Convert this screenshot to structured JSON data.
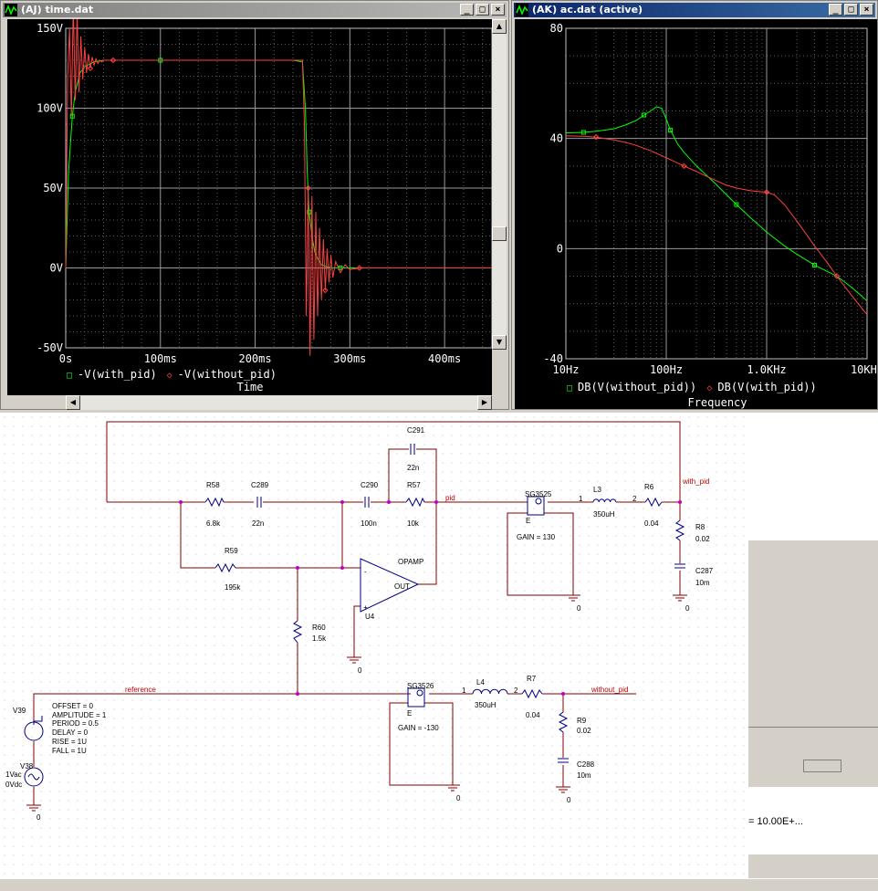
{
  "time_window": {
    "title": "(AJ) time.dat",
    "min_btn": "_",
    "max_btn": "□",
    "close_btn": "×",
    "x_ticks": [
      "0s",
      "100ms",
      "200ms",
      "300ms",
      "400ms"
    ],
    "y_ticks": [
      "150V",
      "100V",
      "50V",
      "0V",
      "-50V"
    ],
    "legend": [
      {
        "marker": "□",
        "label": "-V(with_pid)",
        "color": "#00ff00"
      },
      {
        "marker": "◇",
        "label": "-V(without_pid)",
        "color": "#ff4040"
      }
    ],
    "xlabel": "Time"
  },
  "ac_window": {
    "title": "(AK) ac.dat (active)",
    "min_btn": "_",
    "max_btn": "□",
    "close_btn": "×",
    "x_ticks": [
      "10Hz",
      "100Hz",
      "1.0KHz",
      "10KHz"
    ],
    "y_ticks": [
      "80",
      "40",
      "0",
      "-40"
    ],
    "legend": [
      {
        "marker": "□",
        "label": "DB(V(without_pid))",
        "color": "#00ff00"
      },
      {
        "marker": "◇",
        "label": "DB(V(with_pid))",
        "color": "#ff4040"
      }
    ],
    "xlabel": "Frequency"
  },
  "chart_data": [
    {
      "type": "line",
      "xlabel": "Time",
      "xlim": [
        0,
        450
      ],
      "ylim": [
        -50,
        150
      ],
      "series": [
        {
          "name": "-V(with_pid)",
          "color": "#00ff00",
          "x": [
            0,
            3,
            5,
            7,
            10,
            15,
            20,
            30,
            40,
            60,
            100,
            150,
            200,
            240,
            250,
            253,
            255,
            257,
            260,
            263,
            266,
            270,
            275,
            280,
            290,
            300,
            320,
            350,
            400,
            450
          ],
          "y": [
            0,
            60,
            78,
            95,
            110,
            122,
            126,
            129,
            130,
            130,
            130,
            130,
            130,
            130,
            129,
            100,
            60,
            35,
            20,
            10,
            6,
            2,
            1,
            0,
            0,
            0,
            0,
            0,
            0,
            0
          ]
        },
        {
          "name": "-V(without_pid)",
          "color": "#ff4040",
          "x": [
            0,
            2,
            4,
            6,
            8,
            10,
            12,
            14,
            16,
            18,
            20,
            22,
            24,
            26,
            28,
            30,
            32,
            34,
            36,
            38,
            40,
            45,
            50,
            60,
            80,
            100,
            150,
            200,
            250,
            252,
            254,
            256,
            258,
            260,
            262,
            264,
            266,
            268,
            270,
            272,
            274,
            276,
            278,
            280,
            282,
            285,
            290,
            295,
            300,
            310,
            320,
            350,
            400,
            450
          ],
          "y": [
            0,
            120,
            150,
            95,
            165,
            105,
            160,
            110,
            145,
            118,
            138,
            122,
            134,
            125,
            132,
            127,
            131,
            128,
            130,
            129,
            130,
            130,
            130,
            130,
            130,
            130,
            130,
            130,
            130,
            90,
            -30,
            50,
            -55,
            45,
            -45,
            35,
            -30,
            25,
            -20,
            18,
            -14,
            12,
            -9,
            8,
            -6,
            4,
            -3,
            2,
            -1,
            0,
            0,
            0,
            0,
            0
          ]
        }
      ]
    },
    {
      "type": "line",
      "xlabel": "Frequency",
      "x_scale": "log",
      "xlim": [
        10,
        10000
      ],
      "ylim": [
        -40,
        80
      ],
      "series": [
        {
          "name": "DB(V(without_pid))",
          "color": "#00ff00",
          "x": [
            10,
            15,
            20,
            30,
            40,
            50,
            60,
            70,
            80,
            90,
            100,
            110,
            130,
            150,
            200,
            300,
            500,
            700,
            1000,
            1500,
            2000,
            3000,
            5000,
            7000,
            10000
          ],
          "y": [
            42,
            42.2,
            42.6,
            43.5,
            45,
            46.5,
            48.5,
            50,
            51.5,
            51,
            47,
            43,
            38,
            35,
            30,
            24,
            16,
            11,
            6,
            1,
            -2,
            -6,
            -10,
            -14,
            -19
          ]
        },
        {
          "name": "DB(V(with_pid))",
          "color": "#ff4040",
          "x": [
            10,
            15,
            20,
            30,
            40,
            50,
            70,
            100,
            150,
            200,
            300,
            400,
            500,
            700,
            1000,
            1200,
            1500,
            2000,
            3000,
            4000,
            5000,
            7000,
            10000
          ],
          "y": [
            41,
            40.8,
            40.5,
            39.5,
            38.5,
            37.5,
            35.5,
            33,
            30,
            28,
            25,
            23,
            22,
            21,
            20.5,
            19.5,
            16,
            10,
            1,
            -5,
            -10,
            -17,
            -24
          ]
        }
      ]
    }
  ],
  "schematic": {
    "labels": {
      "C291": "C291",
      "C291v": "22n",
      "R58": "R58",
      "R58v": "6.8k",
      "C289": "C289",
      "C289v": "22n",
      "C290": "C290",
      "C290v": "100n",
      "R57": "R57",
      "R57v": "10k",
      "pid": "pid",
      "SG3525": "SG3525",
      "gain1": "GAIN = 130",
      "L3": "L3",
      "L3v": "350uH",
      "R6": "R6",
      "R6v": "0.04",
      "with_pid": "with_pid",
      "R8": "R8",
      "R8v": "0.02",
      "C287": "C287",
      "C287v": "10m",
      "R59": "R59",
      "R59v": "195k",
      "OPAMP": "OPAMP",
      "OUT": "OUT",
      "U4": "U4",
      "R60": "R60",
      "R60v": "1.5k",
      "reference": "reference",
      "SG3526": "SG3526",
      "gain2": "GAIN = -130",
      "L4": "L4",
      "L4v": "350uH",
      "R7": "R7",
      "R7v": "0.04",
      "without_pid": "without_pid",
      "R9": "R9",
      "R9v": "0.02",
      "C288": "C288",
      "C288v": "10m",
      "V39": "V39",
      "V38": "V38",
      "ac1": "1Vac",
      "ac2": "0Vdc",
      "p1": "OFFSET = 0",
      "p2": "AMPLITUDE = 1",
      "p3": "PERIOD = 0.5",
      "p4": "DELAY = 0",
      "p5": "RISE = 1U",
      "p6": "FALL = 1U",
      "g": "0",
      "n1": "1",
      "n2": "2",
      "E": "E",
      "plus": "+",
      "minus": "-"
    }
  },
  "right_panel": {
    "value_text": "= 10.00E+..."
  }
}
